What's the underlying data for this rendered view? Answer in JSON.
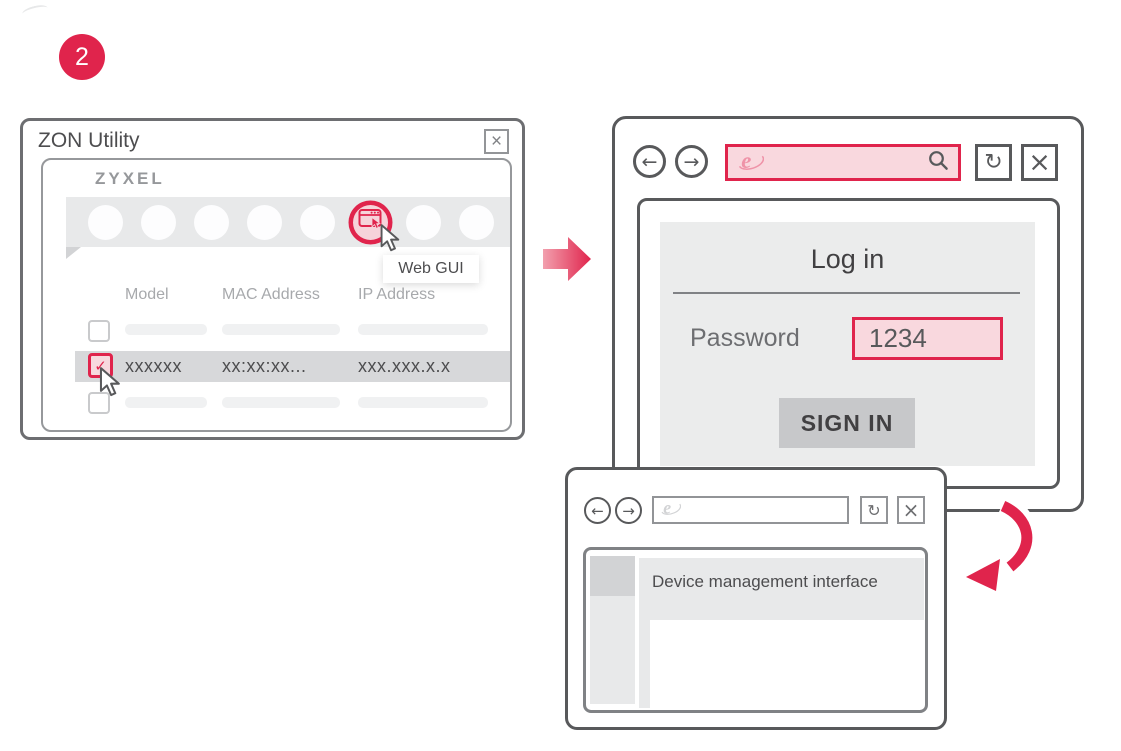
{
  "step": {
    "number": "2"
  },
  "zon": {
    "title": "ZON Utility",
    "brand": "ZYXEL",
    "web_gui_tooltip": "Web GUI",
    "table": {
      "headers": [
        "Model",
        "MAC Address",
        "IP Address"
      ],
      "selected_row": {
        "model": "xxxxxx",
        "mac": "xx:xx:xx...",
        "ip": "xxx.xxx.x.x",
        "checked": true
      },
      "placeholder_row_count": 2
    }
  },
  "login_browser": {
    "address_value": "",
    "login_form": {
      "title": "Log in",
      "password_label": "Password",
      "password_value": "1234",
      "signin_label": "SIGN IN"
    }
  },
  "device_browser": {
    "address_value": "",
    "content_text": "Device management interface"
  },
  "icons": {
    "back": "←",
    "forward": "→",
    "refresh": "↻",
    "close": "×",
    "check": "✓"
  },
  "colors": {
    "accent_red": "#e0244c",
    "accent_pink": "#f8d7de",
    "window_border_dark": "#58595b",
    "window_border_gray": "#808285",
    "text_dark": "#414042",
    "text_gray": "#a7a9ac",
    "panel_gray": "#ebecec",
    "strip_gray": "#e8e9ea",
    "selected_row_gray": "#d7d8da",
    "button_gray": "#c7c8ca"
  }
}
